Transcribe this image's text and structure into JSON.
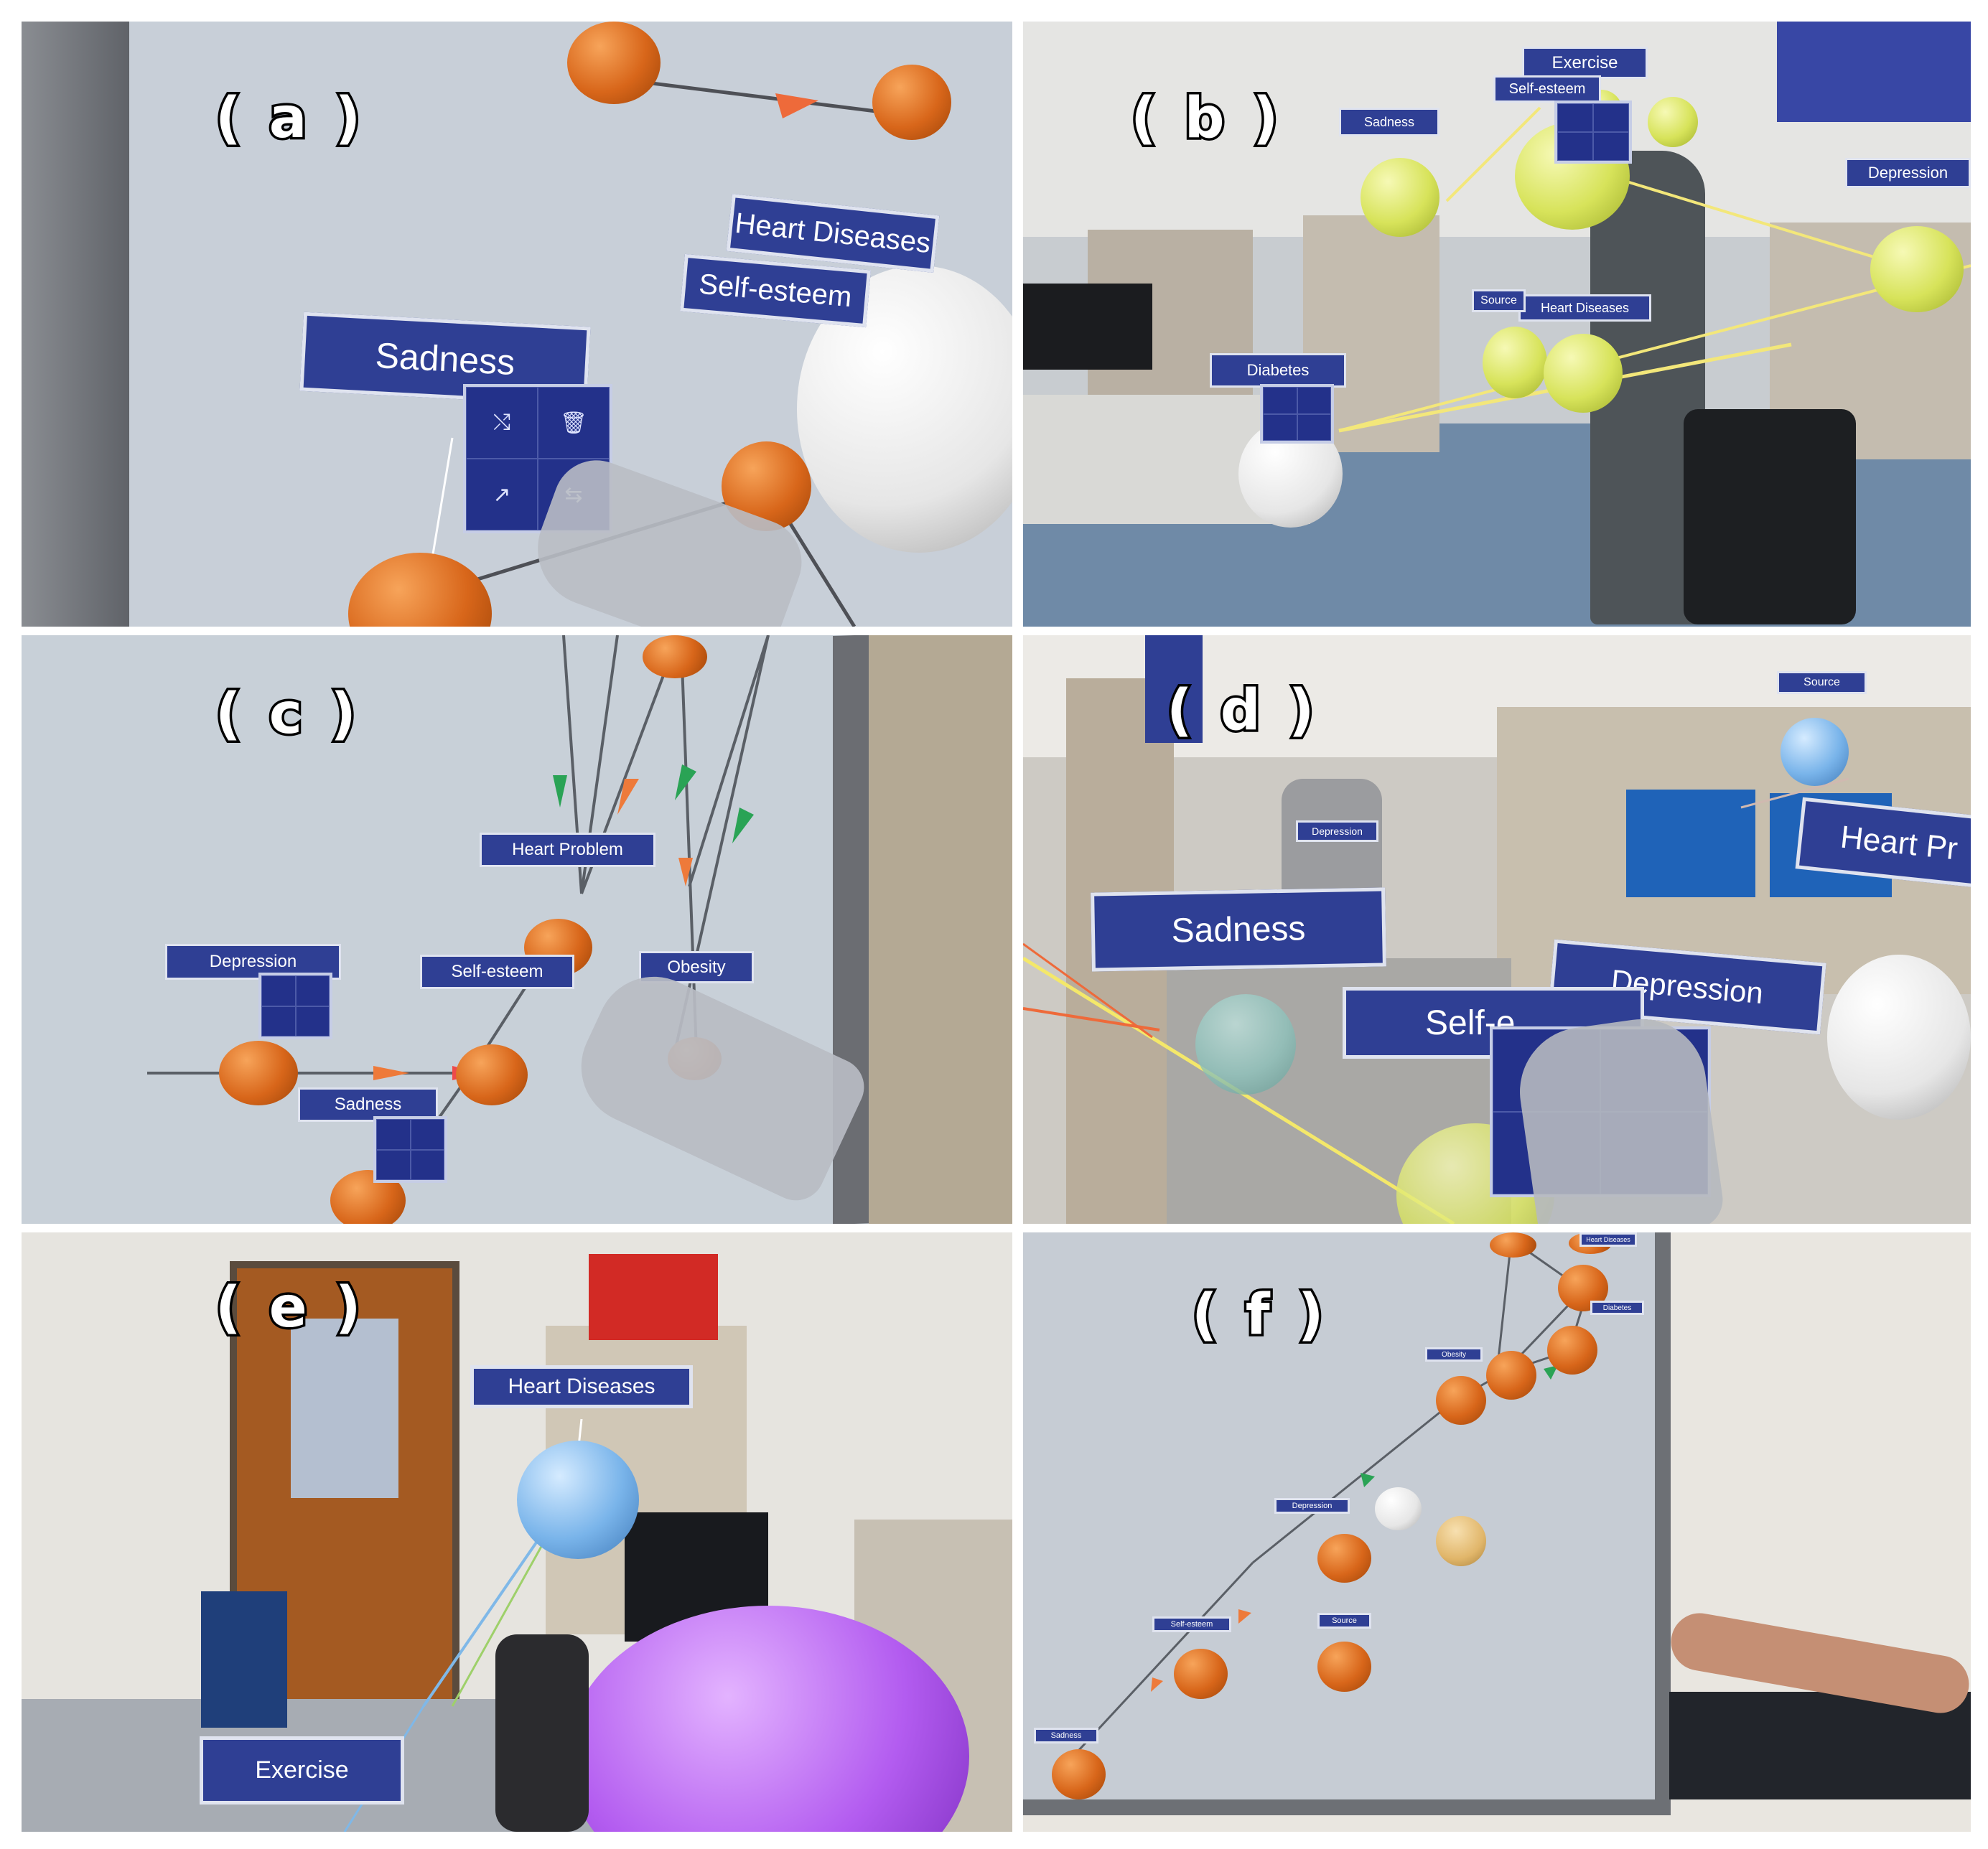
{
  "panels": [
    {
      "label": "( a )",
      "tags": [
        "Heart Diseases",
        "Self-esteem",
        "Sadness"
      ]
    },
    {
      "label": "( b )",
      "tags": [
        "Exercise",
        "Self-esteem",
        "Sadness",
        "Depression",
        "Heart Diseases",
        "Diabetes",
        "Source"
      ]
    },
    {
      "label": "( c )",
      "tags": [
        "Heart Problem",
        "Depression",
        "Self-esteem",
        "Obesity",
        "Sadness"
      ]
    },
    {
      "label": "( d )",
      "tags": [
        "Sadness",
        "Heart Pr",
        "Depression",
        "Self-e",
        "Source",
        "Depression"
      ]
    },
    {
      "label": "( e )",
      "tags": [
        "Heart Diseases",
        "Exercise"
      ]
    },
    {
      "label": "( f )",
      "tags": [
        "Heart Diseases",
        "Diabetes",
        "Obesity",
        "Depression",
        "Self-esteem",
        "Source",
        "Sadness"
      ]
    }
  ],
  "icons": {
    "hand": "hand-icon",
    "menu": "context-menu-icon"
  },
  "colors": {
    "tag_background": "#2f3f94",
    "node_orange": "#e27021",
    "node_yellow": "#d7e35a",
    "node_blue": "#79b4ea"
  }
}
